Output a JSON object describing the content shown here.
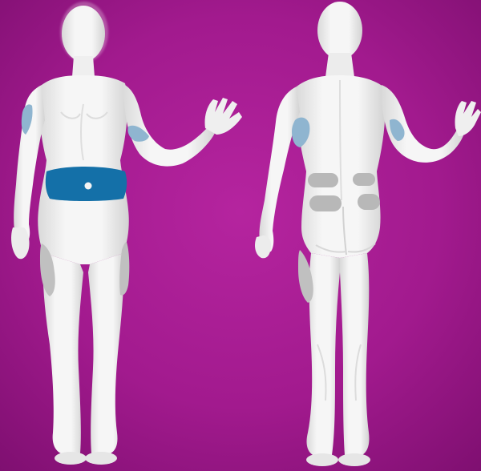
{
  "background": {
    "colors": {
      "center": "#b5249f",
      "mid": "#a21a8e",
      "edge": "#7e0f70"
    }
  },
  "figures": {
    "body_color": "#f4f4f4",
    "shadow_color": "#c8c8c8",
    "front": {
      "view": "front",
      "highlighted_zone": "abdomen",
      "zones": [
        {
          "id": "abdomen",
          "state": "highlighted",
          "color": "#1470a8"
        },
        {
          "id": "upper-arm-left",
          "state": "available",
          "color": "#8fb5d0"
        },
        {
          "id": "upper-arm-right",
          "state": "available",
          "color": "#8fb5d0"
        },
        {
          "id": "thigh-left",
          "state": "inactive",
          "color": "#c0c0c0"
        },
        {
          "id": "thigh-right",
          "state": "inactive",
          "color": "#c0c0c0"
        }
      ]
    },
    "back": {
      "view": "back",
      "zones": [
        {
          "id": "back-upper-arm-left",
          "state": "available",
          "color": "#8fb5d0"
        },
        {
          "id": "back-upper-arm-right",
          "state": "available",
          "color": "#8fb5d0"
        },
        {
          "id": "lower-back-upper-left",
          "state": "inactive",
          "color": "#b8b8b8"
        },
        {
          "id": "lower-back-upper-right",
          "state": "inactive",
          "color": "#b8b8b8"
        },
        {
          "id": "lower-back-lower-left",
          "state": "inactive",
          "color": "#b8b8b8"
        },
        {
          "id": "lower-back-lower-right",
          "state": "inactive",
          "color": "#b8b8b8"
        },
        {
          "id": "back-thigh-left",
          "state": "inactive",
          "color": "#c0c0c0"
        }
      ]
    }
  }
}
